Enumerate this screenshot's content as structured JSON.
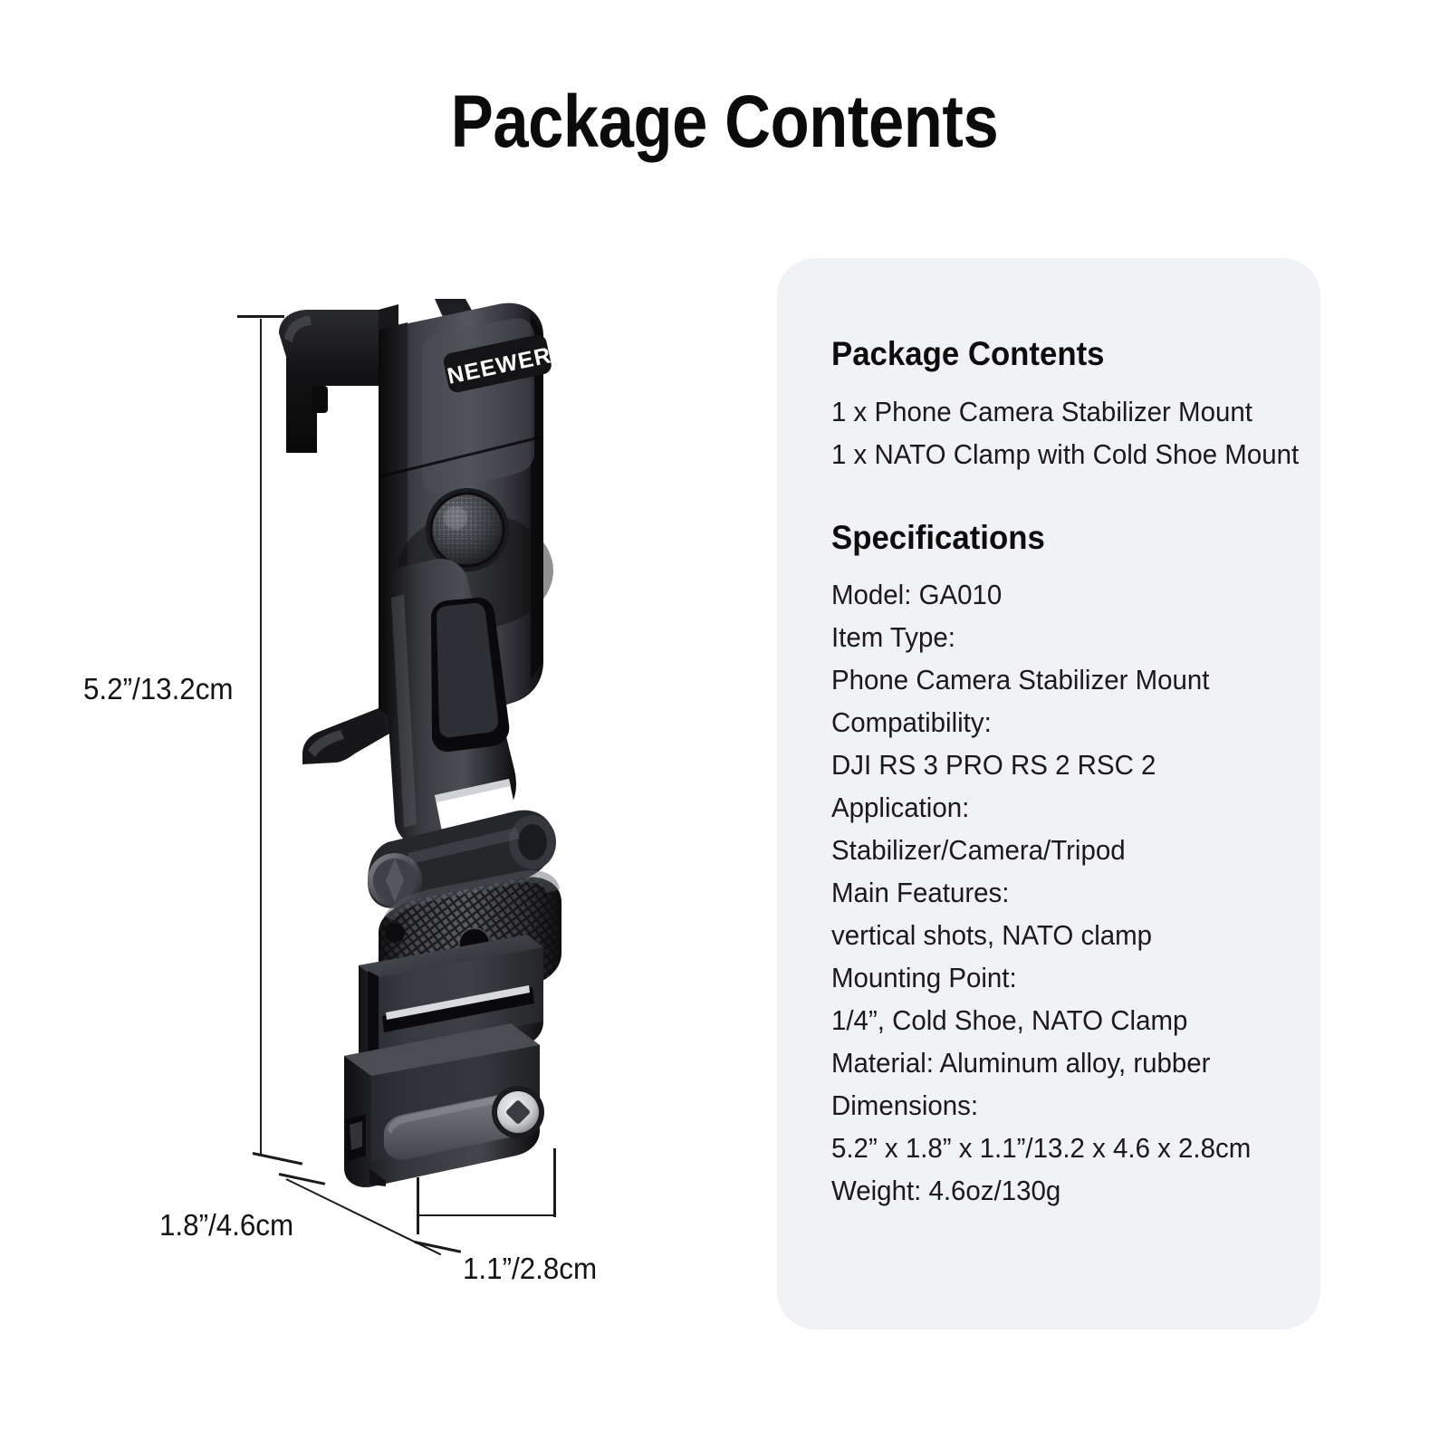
{
  "page": {
    "title": "Package Contents",
    "background_color": "#ffffff",
    "panel_color": "#f0f2f6",
    "text_color": "#111111"
  },
  "panel": {
    "contents": {
      "heading": "Package Contents",
      "items": [
        "1 x Phone Camera Stabilizer Mount",
        "1 x NATO Clamp with Cold Shoe Mount"
      ]
    },
    "specifications": {
      "heading": "Specifications",
      "lines": [
        "Model: GA010",
        "Item Type:",
        "Phone Camera Stabilizer Mount",
        "Compatibility:",
        "DJI RS 3 PRO RS 2 RSC 2",
        "Application:",
        "Stabilizer/Camera/Tripod",
        "Main Features:",
        "vertical shots, NATO clamp",
        "Mounting Point:",
        "1/4”, Cold Shoe, NATO Clamp",
        "Material: Aluminum alloy, rubber",
        "Dimensions:",
        "5.2” x 1.8” x 1.1”/13.2 x 4.6 x 2.8cm",
        "Weight: 4.6oz/130g"
      ]
    }
  },
  "dimensions": {
    "height": "5.2”/13.2cm",
    "depth": "1.8”/4.6cm",
    "width": "1.1”/2.8cm"
  },
  "product": {
    "brand": "NEEWER",
    "brand_plate_color": "#1a1a1c",
    "body_color": "#2c2d31",
    "highlight_color": "#6e7076"
  }
}
